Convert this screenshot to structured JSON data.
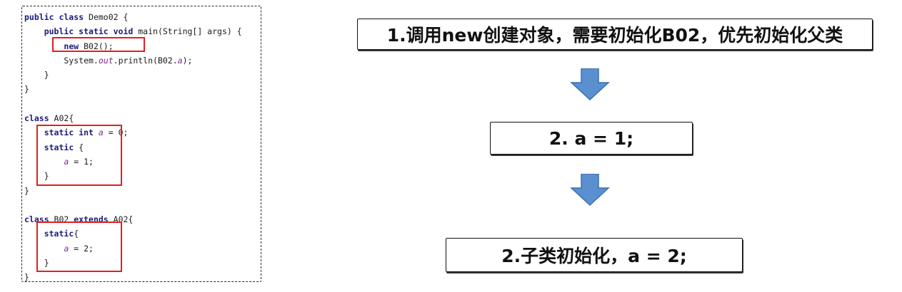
{
  "code": {
    "lines": [
      [
        {
          "t": "public class",
          "c": "kw"
        },
        {
          "t": " Demo02 {"
        }
      ],
      [
        {
          "t": "    "
        },
        {
          "t": "public static void",
          "c": "kw"
        },
        {
          "t": " main(String[] args) {"
        }
      ],
      [
        {
          "t": "        "
        },
        {
          "t": "new",
          "c": "kw"
        },
        {
          "t": " B02();"
        }
      ],
      [
        {
          "t": "        System."
        },
        {
          "t": "out",
          "c": "fld"
        },
        {
          "t": ".println(B02."
        },
        {
          "t": "a",
          "c": "fld"
        },
        {
          "t": ");"
        }
      ],
      [
        {
          "t": "    }"
        }
      ],
      [
        {
          "t": "}"
        }
      ],
      [
        {
          "t": ""
        }
      ],
      [
        {
          "t": "class",
          "c": "kw"
        },
        {
          "t": " A02{"
        }
      ],
      [
        {
          "t": "    "
        },
        {
          "t": "static int",
          "c": "kw"
        },
        {
          "t": " "
        },
        {
          "t": "a",
          "c": "fld"
        },
        {
          "t": " = 0;"
        }
      ],
      [
        {
          "t": "    "
        },
        {
          "t": "static",
          "c": "kw"
        },
        {
          "t": " {"
        }
      ],
      [
        {
          "t": "        "
        },
        {
          "t": "a",
          "c": "fld"
        },
        {
          "t": " = 1;"
        }
      ],
      [
        {
          "t": "    }"
        }
      ],
      [
        {
          "t": "}"
        }
      ],
      [
        {
          "t": ""
        }
      ],
      [
        {
          "t": "class",
          "c": "kw"
        },
        {
          "t": " B02 "
        },
        {
          "t": "extends",
          "c": "kw"
        },
        {
          "t": " A02{"
        }
      ],
      [
        {
          "t": "    "
        },
        {
          "t": "static",
          "c": "kw"
        },
        {
          "t": "{"
        }
      ],
      [
        {
          "t": "        "
        },
        {
          "t": "a",
          "c": "fld"
        },
        {
          "t": " = 2;"
        }
      ],
      [
        {
          "t": "    }"
        }
      ],
      [
        {
          "t": "}"
        }
      ]
    ]
  },
  "steps": {
    "step1": "1.调用new创建对象，需要初始化B02，优先初始化父类",
    "step2": "2. a = 1;",
    "step3": "2.子类初始化，a = 2;"
  },
  "colors": {
    "highlight": "#e02020",
    "arrow": "#4a7ec2",
    "keyword": "#1b1b7a",
    "field": "#7a2d8f"
  }
}
